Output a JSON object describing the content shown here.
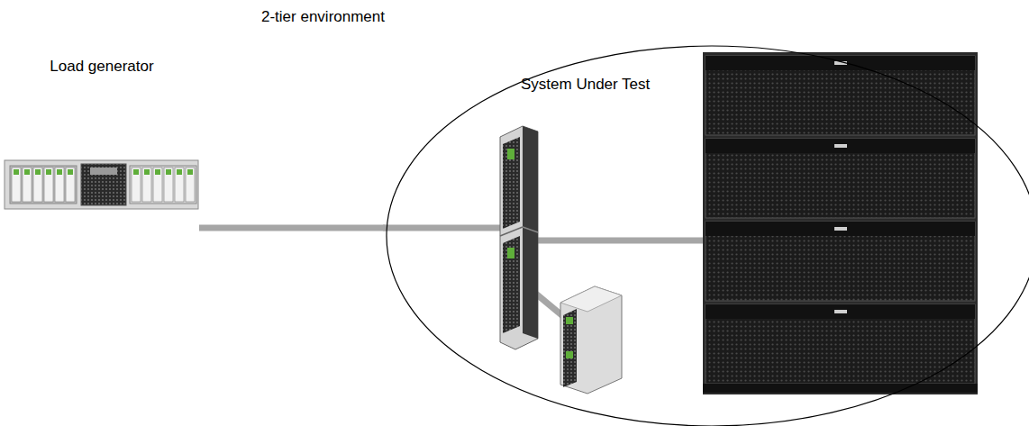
{
  "diagram": {
    "title": "2-tier environment",
    "nodes": [
      {
        "text": [
          "Load generator"
        ]
      },
      {
        "text": [
          "System Under Test"
        ]
      }
    ],
    "edges": [
      {
        "from": 0,
        "to": 1,
        "arrow": "none"
      }
    ]
  }
}
